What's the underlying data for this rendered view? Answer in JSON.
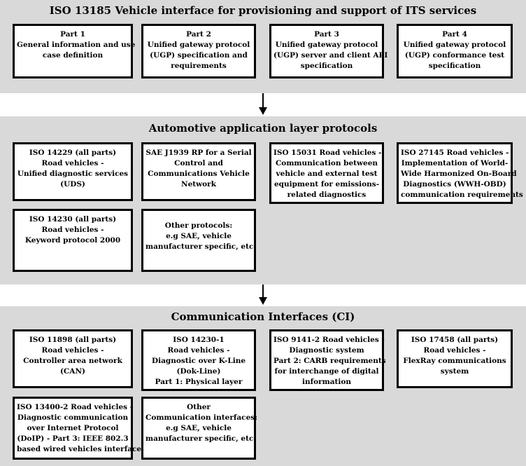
{
  "sections": [
    {
      "title": "ISO 13185 Vehicle interface for provisioning and support of ITS services",
      "boxes": [
        {
          "lines": [
            "Part 1",
            "General information and use",
            "case definition"
          ]
        },
        {
          "lines": [
            "Part 2",
            "Unified gateway protocol",
            "(UGP) specification and",
            "requirements"
          ]
        },
        {
          "lines": [
            "Part 3",
            "Unified gateway protocol",
            "(UGP) server and client API",
            "specification"
          ]
        },
        {
          "lines": [
            "Part 4",
            "Unified gateway protocol",
            "(UGP) conformance test",
            "specification"
          ]
        }
      ]
    },
    {
      "title": "Automotive application layer protocols",
      "boxes": [
        {
          "lines": [
            "ISO 14229 (all parts)",
            "Road vehicles -",
            "Unified diagnostic services",
            "(UDS)"
          ]
        },
        {
          "lines": [
            "SAE J1939 RP for a Serial",
            "Control and",
            "Communications Vehicle",
            "Network"
          ]
        },
        {
          "lines": [
            "ISO 15031 Road vehicles -",
            "Communication between",
            "vehicle and external test",
            "equipment for emissions-",
            "related diagnostics"
          ]
        },
        {
          "lines": [
            "ISO 27145 Road vehicles -",
            "Implementation of World-",
            "Wide Harmonized On-Board",
            "Diagnostics (WWH-OBD)",
            "communication requirements"
          ]
        },
        {
          "lines": [
            "ISO 14230 (all parts)",
            "Road vehicles -",
            "Keyword protocol 2000"
          ]
        },
        {
          "lines": [
            "Other protocols:",
            "e.g SAE, vehicle",
            "manufacturer specific, etc."
          ]
        }
      ]
    },
    {
      "title": "Communication Interfaces (CI)",
      "boxes": [
        {
          "lines": [
            "ISO 11898 (all parts)",
            "Road vehicles -",
            "Controller area network",
            "(CAN)"
          ]
        },
        {
          "lines": [
            "ISO 14230-1",
            "Road vehicles -",
            "Diagnostic over K-Line",
            "(Dok-Line)",
            "Part 1: Physical layer"
          ]
        },
        {
          "lines": [
            "ISO 9141-2 Road vehicles -",
            "Diagnostic system",
            "Part 2: CARB requirements",
            "for interchange of digital",
            "information"
          ]
        },
        {
          "lines": [
            "ISO 17458 (all parts)",
            "Road vehicles -",
            "FlexRay communications",
            "system"
          ]
        },
        {
          "lines": [
            "ISO 13400-2 Road vehicles -",
            "Diagnostic communication",
            "over Internet Protocol",
            "(DoIP) - Part 3: IEEE 802.3",
            "based wired vehicles interface"
          ]
        },
        {
          "lines": [
            "Other",
            "Communication interfaces:",
            "e.g SAE, vehicle",
            "manufacturer specific, etc."
          ]
        }
      ]
    }
  ]
}
